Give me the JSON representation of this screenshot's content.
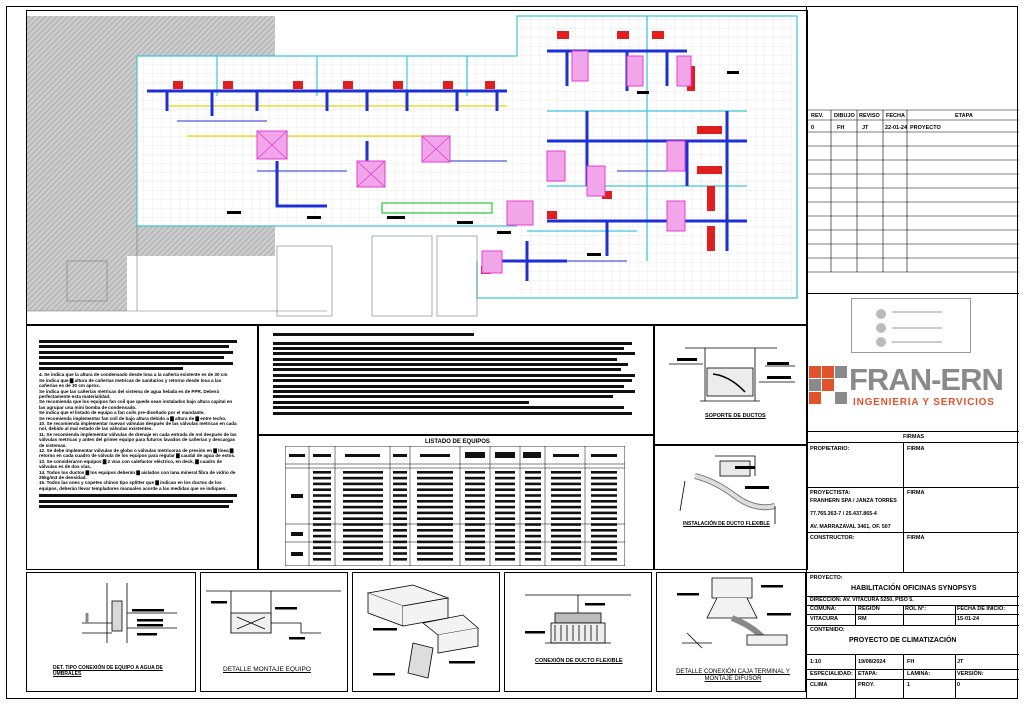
{
  "title_block": {
    "rev_header": {
      "rev": "REV.",
      "dibujo": "DIBUJO",
      "reviso": "REVISO",
      "fecha": "FECHA",
      "etapa": "ETAPA"
    },
    "rev_row": {
      "rev": "0",
      "dibujo": "FH",
      "reviso": "JT",
      "fecha": "22-01-24",
      "etapa": "PROYECTO"
    },
    "company": {
      "logo_text": "FRAN-ERN",
      "tagline": "INGENIERIA Y SERVICIOS"
    },
    "firmas_label": "FIRMAS",
    "propietario_label": "PROPIETARIO:",
    "firma_label": "FIRMA",
    "proyectista_label": "PROYECTISTA:",
    "proyectista_name": "FRANHERN SPA / JANZA TORRES",
    "rut_line": "77.765.363-7 / 25.437.865-4",
    "address_line": "AV. MARRAZAVAL 3461, OF. 507",
    "constructor_label": "CONSTRUCTOR:",
    "proyecto_label": "PROYECTO:",
    "proyecto_name": "HABILITACIÓN OFICINAS SYNOPSYS",
    "direccion": "DIRECCIÓN: AV. VITACURA 5250, PISO 5.",
    "comuna_label": "COMUNA:",
    "comuna": "VITACURA",
    "region_label": "REGIÓN",
    "region": "RM",
    "rol_label": "ROL N°:",
    "fecha_inicio_label": "FECHA DE INICIO:",
    "fecha_inicio": "15-01-24",
    "contenido_label": "CONTENIDO:",
    "contenido": "PROYECTO DE CLIMATIZACIÓN",
    "escala": "1:10",
    "fecha": "19/08/2024",
    "dibujo": "FH",
    "reviso": "JT",
    "especialidad_label": "ESPECIALIDAD:",
    "etapa_label": "ETAPA:",
    "lamina_label": "LAMINA:",
    "version_label": "VERSIÓN:",
    "especialidad": "CLIMA",
    "etapa": "PROY.",
    "lamina": "1",
    "version": "0"
  },
  "notes": {
    "n4": "4. Se indica que la altura de condensado desde losa a la cañería existente es de 30 cm",
    "n5": "Se indica que ▇ altura de cañerías metricas de sanitarios y retorno desde losa a las cañerías es de 30 cm aprox.",
    "n6": "Se indica que las cañerías metricas del sistema de agua helada es de PPR. Deberá perfectamente esta materialidad.",
    "n7": "Se recomienda que los equipos fan coil que quede sean instalados bajo altura capital en las agrupar una mini bomba de condensado.",
    "n8": "Se indica que el listado de equipo a fan coils pre-diseñado por el mandante.",
    "n9": "Se recomienda implementar fan coil de bajo altura debido a ▇ altura de ▇ entre techo.",
    "n10": "10. Se recomienda implementar nuevas válvulas después de las válvulas metricas en cada nol, debido al mal estado de las válvulas existentes.",
    "n11": "11. Se recomienda implementar válvulas de drenaje en cada entrada de nol después de las válvulas metricas y antes del primer equipo para futuros lavados de cañerías y descargas de sistemas.",
    "n12": "12. Se debe implementar válvulas de globo o válvulas metricoras de presión en ▇ línea ▇ retorno en cada cuadro de válvula de los equipos para regular ▇ caudal de agua de estos.",
    "n13": "13. Se consideraron equipos ▇ 2 vías con calefactor eléctrico, en deck, ▇ cuadro de válvulas es de dos vías.",
    "n14": "14. Todos los ductos ▇ los equipos deberán ▇ aislados con lana mineral fibra de vidrio de 25kg/m3 de densidad.",
    "n15": "15. Todos las ones y copetes chinos tipo splitter que ▇ indican en los ductos de los equipos, deberán llevar templadores manuales acorde a las medidas que se indiquen."
  },
  "equipment_table": {
    "title": "LISTADO DE EQUIPOS"
  },
  "details": {
    "soporte": "SOPORTE DE DUCTOS",
    "instalacion": "INSTALACIÓN DE DUCTO FLEXIBLE",
    "tipo_conexion": "DET. TIPO CONEXIÓN DE EQUIPO A AGUA DE UMBRALES",
    "montaje": "DETALLE MONTAJE EQUIPO",
    "conexion_flexible": "CONEXIÓN DE DUCTO FLEXIBLE",
    "conexion_caja": "DETALLE CONEXIÓN CAJA TERMINAL Y MONTAJE DIFUSOR"
  },
  "colors": {
    "duct_blue": "#1f2fd6",
    "fan_magenta": "#e63cd3",
    "pipe_red": "#e01e1e",
    "wall_cyan": "#3ec6d6",
    "line_yellow": "#e6d400",
    "line_green": "#28c728",
    "logo_orange": "#e2522b",
    "logo_gray": "#8a8a8a"
  }
}
